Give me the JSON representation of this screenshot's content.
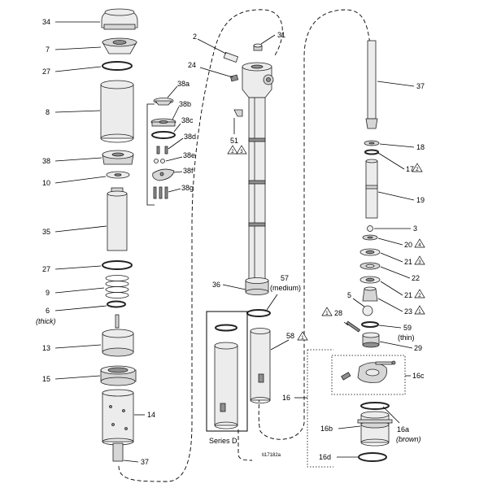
{
  "labels": {
    "p34": "34",
    "p7": "7",
    "p27a": "27",
    "p8": "8",
    "p38": "38",
    "p10": "10",
    "p35": "35",
    "p27b": "27",
    "p9": "9",
    "p6": "6",
    "p6note": "(thick)",
    "p13": "13",
    "p15": "15",
    "p14": "14",
    "p37a": "37",
    "p38a": "38a",
    "p38b": "38b",
    "p38c": "38c",
    "p38d": "38d",
    "p38e": "38e",
    "p38f": "38f",
    "p38g": "38g",
    "p2": "2",
    "p31": "31",
    "p24": "24",
    "p51": "51",
    "p36": "36",
    "p57": "57",
    "p57note": "(medium)",
    "p58": "58",
    "p16": "16",
    "seriesD": "Series D",
    "figid": "ti17182a",
    "p37b": "37",
    "p18": "18",
    "p17": "17",
    "p19": "19",
    "p3": "3",
    "p20": "20",
    "p21a": "21",
    "p22": "22",
    "p21b": "21",
    "p23": "23",
    "p5": "5",
    "p28": "28",
    "p59": "59",
    "p59note": "(thin)",
    "p29": "29",
    "p16c": "16c",
    "p16b": "16b",
    "p16a": "16a",
    "p16anote": "(brown)",
    "p16d": "16d"
  },
  "warnings": {
    "w51a": "2",
    "w51b": "3",
    "w58": "1",
    "w17": "2",
    "w20": "4",
    "w21a": "3",
    "w21b": "2",
    "w23": "1",
    "w28": "1"
  }
}
